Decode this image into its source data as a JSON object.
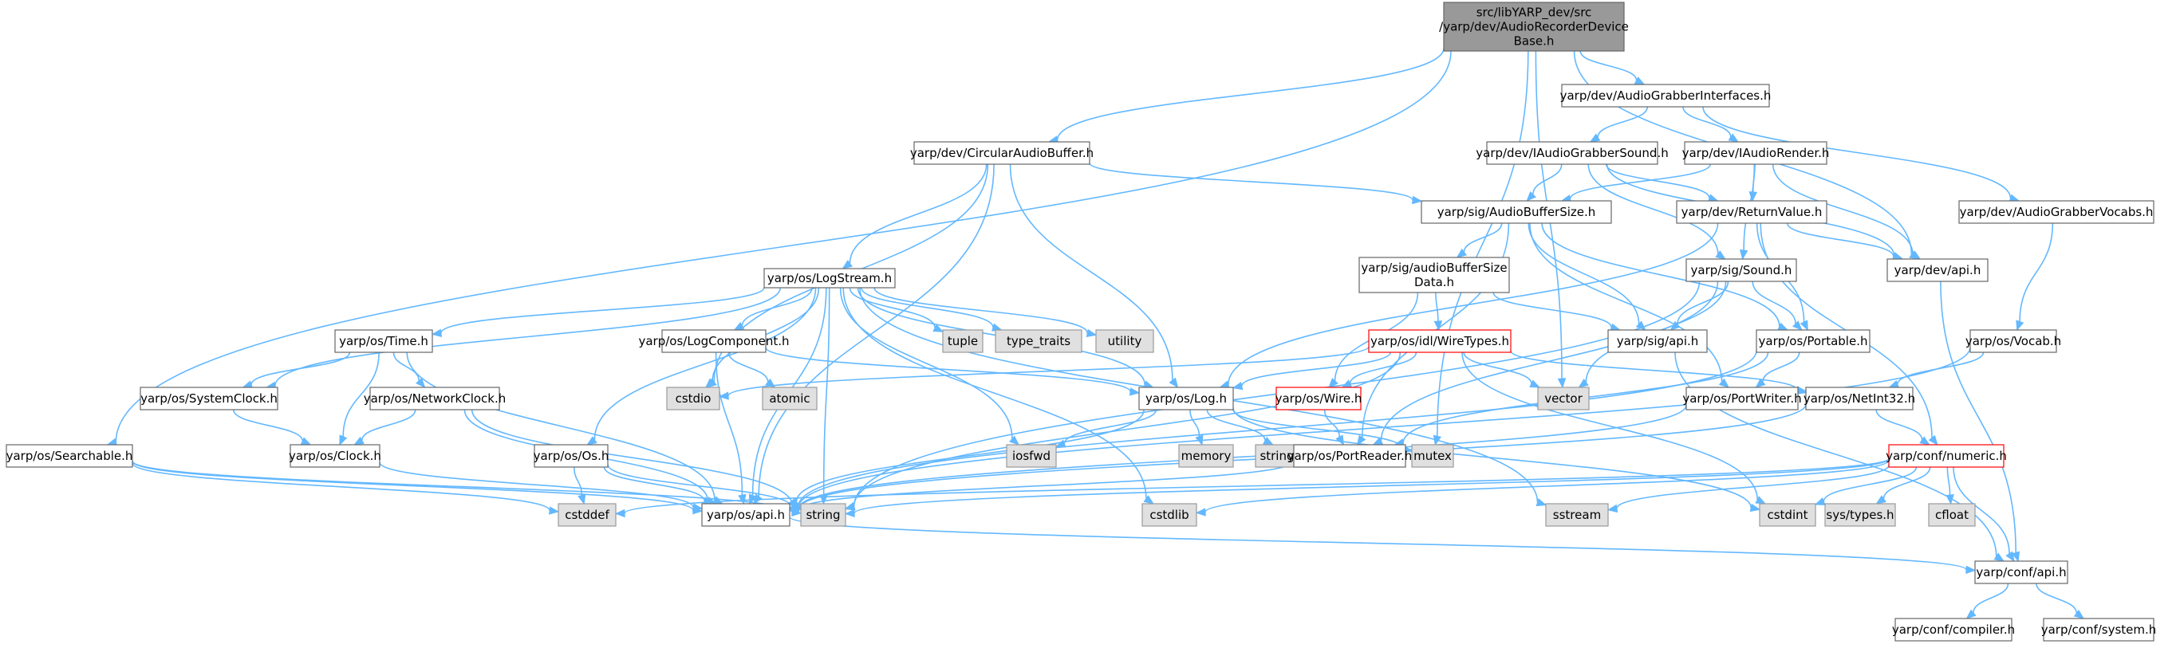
{
  "colors": {
    "edge": "#63b8ff",
    "normal_fill": "#ffffff",
    "normal_stroke": "#666666",
    "system_fill": "#e0e0e0",
    "system_stroke": "#999999",
    "truncated_stroke": "#ff0000",
    "root_fill": "#999999",
    "root_stroke": "#666666"
  },
  "nodes": [
    {
      "id": "root",
      "kind": "root",
      "lines": [
        "src/libYARP_dev/src",
        "/yarp/dev/AudioRecorderDevice",
        "Base.h"
      ]
    },
    {
      "id": "agi",
      "kind": "normal",
      "lines": [
        "yarp/dev/AudioGrabberInterfaces.h"
      ]
    },
    {
      "id": "iags",
      "kind": "normal",
      "lines": [
        "yarp/dev/IAudioGrabberSound.h"
      ]
    },
    {
      "id": "iar",
      "kind": "normal",
      "lines": [
        "yarp/dev/IAudioRender.h"
      ]
    },
    {
      "id": "cab",
      "kind": "normal",
      "lines": [
        "yarp/dev/CircularAudioBuffer.h"
      ]
    },
    {
      "id": "abs",
      "kind": "normal",
      "lines": [
        "yarp/sig/AudioBufferSize.h"
      ]
    },
    {
      "id": "rv",
      "kind": "normal",
      "lines": [
        "yarp/dev/ReturnValue.h"
      ]
    },
    {
      "id": "agv",
      "kind": "normal",
      "lines": [
        "yarp/dev/AudioGrabberVocabs.h"
      ]
    },
    {
      "id": "devapi",
      "kind": "normal",
      "lines": [
        "yarp/dev/api.h"
      ]
    },
    {
      "id": "absd",
      "kind": "normal",
      "lines": [
        "yarp/sig/audioBufferSize",
        "Data.h"
      ]
    },
    {
      "id": "sound",
      "kind": "normal",
      "lines": [
        "yarp/sig/Sound.h"
      ]
    },
    {
      "id": "logstream",
      "kind": "normal",
      "lines": [
        "yarp/os/LogStream.h"
      ]
    },
    {
      "id": "wiretypes",
      "kind": "truncated",
      "lines": [
        "yarp/os/idl/WireTypes.h"
      ]
    },
    {
      "id": "sigapi",
      "kind": "normal",
      "lines": [
        "yarp/sig/api.h"
      ]
    },
    {
      "id": "portable",
      "kind": "normal",
      "lines": [
        "yarp/os/Portable.h"
      ]
    },
    {
      "id": "vocab",
      "kind": "normal",
      "lines": [
        "yarp/os/Vocab.h"
      ]
    },
    {
      "id": "time",
      "kind": "normal",
      "lines": [
        "yarp/os/Time.h"
      ]
    },
    {
      "id": "logcomp",
      "kind": "normal",
      "lines": [
        "yarp/os/LogComponent.h"
      ]
    },
    {
      "id": "tuple",
      "kind": "system",
      "lines": [
        "tuple"
      ]
    },
    {
      "id": "typetraits",
      "kind": "system",
      "lines": [
        "type_traits"
      ]
    },
    {
      "id": "utility",
      "kind": "system",
      "lines": [
        "utility"
      ]
    },
    {
      "id": "sysclock",
      "kind": "normal",
      "lines": [
        "yarp/os/SystemClock.h"
      ]
    },
    {
      "id": "netclock",
      "kind": "normal",
      "lines": [
        "yarp/os/NetworkClock.h"
      ]
    },
    {
      "id": "cstdio",
      "kind": "system",
      "lines": [
        "cstdio"
      ]
    },
    {
      "id": "atomic",
      "kind": "system",
      "lines": [
        "atomic"
      ]
    },
    {
      "id": "log",
      "kind": "normal",
      "lines": [
        "yarp/os/Log.h"
      ]
    },
    {
      "id": "wire",
      "kind": "truncated",
      "lines": [
        "yarp/os/Wire.h"
      ]
    },
    {
      "id": "vector",
      "kind": "system",
      "lines": [
        "vector"
      ]
    },
    {
      "id": "portwriter",
      "kind": "normal",
      "lines": [
        "yarp/os/PortWriter.h"
      ]
    },
    {
      "id": "netint32",
      "kind": "normal",
      "lines": [
        "yarp/os/NetInt32.h"
      ]
    },
    {
      "id": "clock",
      "kind": "normal",
      "lines": [
        "yarp/os/Clock.h"
      ]
    },
    {
      "id": "searchable",
      "kind": "normal",
      "lines": [
        "yarp/os/Searchable.h"
      ]
    },
    {
      "id": "osos",
      "kind": "normal",
      "lines": [
        "yarp/os/Os.h"
      ]
    },
    {
      "id": "iosfwd",
      "kind": "system",
      "lines": [
        "iosfwd"
      ]
    },
    {
      "id": "memory",
      "kind": "system",
      "lines": [
        "memory"
      ]
    },
    {
      "id": "stringview",
      "kind": "system",
      "lines": [
        "string_view"
      ]
    },
    {
      "id": "mutex",
      "kind": "system",
      "lines": [
        "mutex"
      ]
    },
    {
      "id": "portreader",
      "kind": "normal",
      "lines": [
        "yarp/os/PortReader.h"
      ]
    },
    {
      "id": "numeric",
      "kind": "truncated",
      "lines": [
        "yarp/conf/numeric.h"
      ]
    },
    {
      "id": "cstddef",
      "kind": "system",
      "lines": [
        "cstddef"
      ]
    },
    {
      "id": "osapi",
      "kind": "normal",
      "lines": [
        "yarp/os/api.h"
      ]
    },
    {
      "id": "string",
      "kind": "system",
      "lines": [
        "string"
      ]
    },
    {
      "id": "cstdlib",
      "kind": "system",
      "lines": [
        "cstdlib"
      ]
    },
    {
      "id": "sstream",
      "kind": "system",
      "lines": [
        "sstream"
      ]
    },
    {
      "id": "cstdint",
      "kind": "system",
      "lines": [
        "cstdint"
      ]
    },
    {
      "id": "systypes",
      "kind": "system",
      "lines": [
        "sys/types.h"
      ]
    },
    {
      "id": "cfloat",
      "kind": "system",
      "lines": [
        "cfloat"
      ]
    },
    {
      "id": "confapi",
      "kind": "normal",
      "lines": [
        "yarp/conf/api.h"
      ]
    },
    {
      "id": "compiler",
      "kind": "normal",
      "lines": [
        "yarp/conf/compiler.h"
      ]
    },
    {
      "id": "system",
      "kind": "normal",
      "lines": [
        "yarp/conf/system.h"
      ]
    }
  ],
  "edges": [
    [
      "root",
      "agi"
    ],
    [
      "root",
      "cab"
    ],
    [
      "root",
      "searchable"
    ],
    [
      "root",
      "devapi"
    ],
    [
      "root",
      "vector"
    ],
    [
      "root",
      "mutex"
    ],
    [
      "agi",
      "iags"
    ],
    [
      "agi",
      "iar"
    ],
    [
      "agi",
      "agv"
    ],
    [
      "iags",
      "abs"
    ],
    [
      "iags",
      "rv"
    ],
    [
      "iags",
      "sound"
    ],
    [
      "iags",
      "devapi"
    ],
    [
      "iar",
      "abs"
    ],
    [
      "iar",
      "rv"
    ],
    [
      "iar",
      "sound"
    ],
    [
      "iar",
      "devapi"
    ],
    [
      "cab",
      "abs"
    ],
    [
      "cab",
      "logstream"
    ],
    [
      "cab",
      "log"
    ],
    [
      "cab",
      "cstdio"
    ],
    [
      "cab",
      "osapi"
    ],
    [
      "abs",
      "absd"
    ],
    [
      "abs",
      "sigapi"
    ],
    [
      "abs",
      "portable"
    ],
    [
      "abs",
      "portwriter"
    ],
    [
      "abs",
      "portreader"
    ],
    [
      "rv",
      "devapi"
    ],
    [
      "rv",
      "portable"
    ],
    [
      "rv",
      "log"
    ],
    [
      "rv",
      "numeric"
    ],
    [
      "agv",
      "vocab"
    ],
    [
      "devapi",
      "confapi"
    ],
    [
      "absd",
      "wiretypes"
    ],
    [
      "absd",
      "sigapi"
    ],
    [
      "absd",
      "wire"
    ],
    [
      "sound",
      "sigapi"
    ],
    [
      "sound",
      "portable"
    ],
    [
      "sound",
      "vector"
    ],
    [
      "sound",
      "string"
    ],
    [
      "sound",
      "portreader"
    ],
    [
      "logstream",
      "time"
    ],
    [
      "logstream",
      "logcomp"
    ],
    [
      "logstream",
      "tuple"
    ],
    [
      "logstream",
      "typetraits"
    ],
    [
      "logstream",
      "utility"
    ],
    [
      "logstream",
      "sysclock"
    ],
    [
      "logstream",
      "cstdio"
    ],
    [
      "logstream",
      "log"
    ],
    [
      "logstream",
      "osos"
    ],
    [
      "logstream",
      "iosfwd"
    ],
    [
      "logstream",
      "osapi"
    ],
    [
      "logstream",
      "string"
    ],
    [
      "logstream",
      "cstdlib"
    ],
    [
      "logstream",
      "sstream"
    ],
    [
      "wiretypes",
      "cstdio"
    ],
    [
      "wiretypes",
      "log"
    ],
    [
      "wiretypes",
      "wire"
    ],
    [
      "wiretypes",
      "vector"
    ],
    [
      "wiretypes",
      "netint32"
    ],
    [
      "wiretypes",
      "cstdint"
    ],
    [
      "wiretypes",
      "string"
    ],
    [
      "sigapi",
      "confapi"
    ],
    [
      "portable",
      "portwriter"
    ],
    [
      "portable",
      "portreader"
    ],
    [
      "portable",
      "osapi"
    ],
    [
      "vocab",
      "netint32"
    ],
    [
      "vocab",
      "osapi"
    ],
    [
      "time",
      "sysclock"
    ],
    [
      "time",
      "netclock"
    ],
    [
      "time",
      "clock"
    ],
    [
      "time",
      "osapi"
    ],
    [
      "logcomp",
      "atomic"
    ],
    [
      "logcomp",
      "log"
    ],
    [
      "logcomp",
      "osapi"
    ],
    [
      "sysclock",
      "clock"
    ],
    [
      "netclock",
      "clock"
    ],
    [
      "netclock",
      "osapi"
    ],
    [
      "netclock",
      "string"
    ],
    [
      "log",
      "iosfwd"
    ],
    [
      "log",
      "memory"
    ],
    [
      "log",
      "stringview"
    ],
    [
      "log",
      "mutex"
    ],
    [
      "log",
      "osapi"
    ],
    [
      "log",
      "cstdint"
    ],
    [
      "wire",
      "portreader"
    ],
    [
      "portwriter",
      "osapi"
    ],
    [
      "netint32",
      "numeric"
    ],
    [
      "netint32",
      "osapi"
    ],
    [
      "clock",
      "osapi"
    ],
    [
      "searchable",
      "osapi"
    ],
    [
      "searchable",
      "string"
    ],
    [
      "searchable",
      "cstddef"
    ],
    [
      "osos",
      "cstddef"
    ],
    [
      "osos",
      "osapi"
    ],
    [
      "osos",
      "string"
    ],
    [
      "portreader",
      "osapi"
    ],
    [
      "numeric",
      "confapi"
    ],
    [
      "numeric",
      "cstddef"
    ],
    [
      "numeric",
      "cstdint"
    ],
    [
      "numeric",
      "systypes"
    ],
    [
      "numeric",
      "cfloat"
    ],
    [
      "numeric",
      "string"
    ],
    [
      "numeric",
      "sstream"
    ],
    [
      "numeric",
      "cstdlib"
    ],
    [
      "osapi",
      "confapi"
    ],
    [
      "confapi",
      "compiler"
    ],
    [
      "confapi",
      "system"
    ]
  ]
}
